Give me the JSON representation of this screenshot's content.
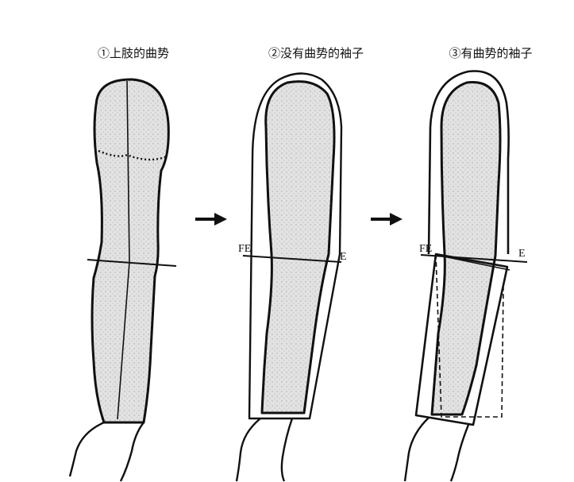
{
  "panels": [
    {
      "caption": "①上肢的曲势"
    },
    {
      "caption": "②没有曲势的袖子",
      "left_label": "FE",
      "right_label": "E"
    },
    {
      "caption": "③有曲势的袖子",
      "left_label": "FE",
      "right_label": "E"
    }
  ],
  "colors": {
    "ink": "#111111",
    "fill": "#d9d9d9",
    "background": "#ffffff"
  },
  "icons": [
    "right-arrow-icon",
    "right-arrow-icon"
  ]
}
